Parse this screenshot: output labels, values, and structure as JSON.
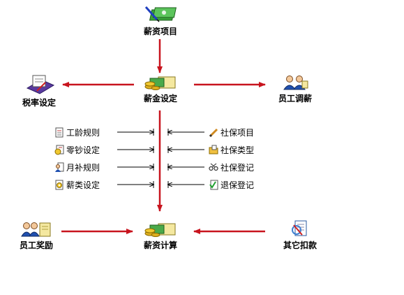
{
  "colors": {
    "arrow": "#c8141e",
    "thin_arrow": "#000000",
    "text": "#000000"
  },
  "nodes": {
    "salary_items": {
      "label": "薪资项目",
      "icon": "money-pen-icon"
    },
    "salary_setting": {
      "label": "薪金设定",
      "icon": "coins-notes-icon"
    },
    "tax_rate": {
      "label": "税率设定",
      "icon": "tax-printer-icon"
    },
    "salary_adjust": {
      "label": "员工调薪",
      "icon": "people-icon"
    },
    "reward": {
      "label": "员工奖励",
      "icon": "people-scroll-icon"
    },
    "payroll_calc": {
      "label": "薪资计算",
      "icon": "coins-notes-icon"
    },
    "other_deduct": {
      "label": "其它扣款",
      "icon": "deduction-icon"
    }
  },
  "left_items": [
    {
      "label": "工龄规则",
      "icon": "document-icon"
    },
    {
      "label": "零钞设定",
      "icon": "coin-document-icon"
    },
    {
      "label": "月补规则",
      "icon": "person-document-icon"
    },
    {
      "label": "薪类设定",
      "icon": "gear-document-icon"
    }
  ],
  "right_items": [
    {
      "label": "社保项目",
      "icon": "pencil-icon"
    },
    {
      "label": "社保类型",
      "icon": "folder-icon"
    },
    {
      "label": "社保登记",
      "icon": "scissors-icon"
    },
    {
      "label": "退保登记",
      "icon": "check-document-icon"
    }
  ]
}
